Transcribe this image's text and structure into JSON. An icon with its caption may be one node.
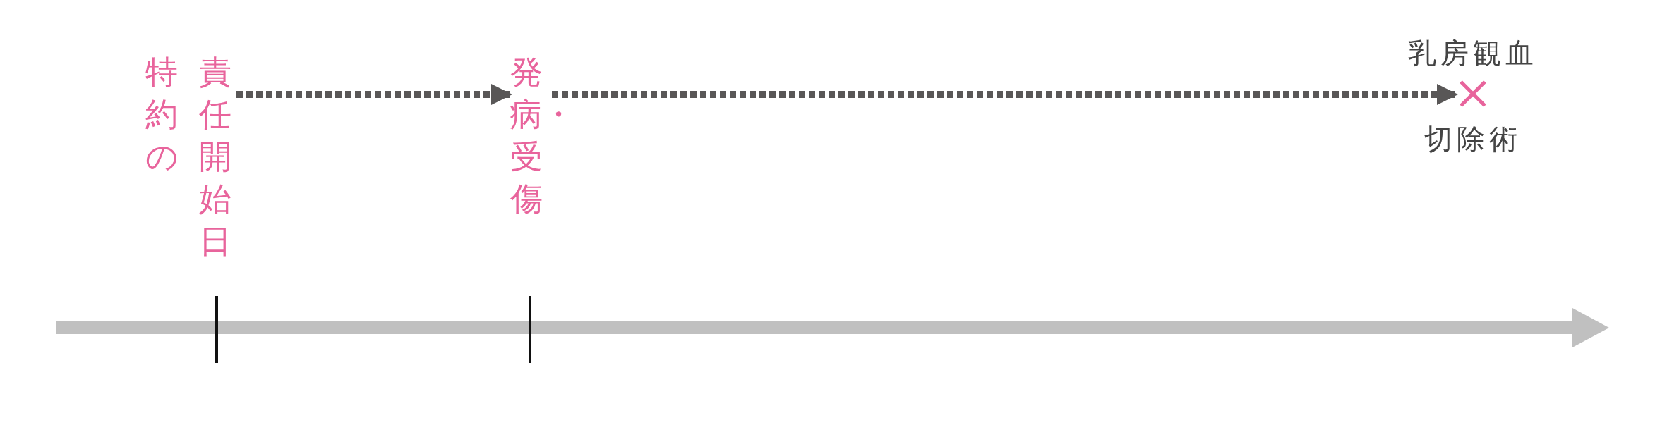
{
  "diagram": {
    "nodes": [
      {
        "text": [
          "特約の",
          "責任開始日"
        ]
      },
      {
        "text": [
          "発病・受傷"
        ]
      },
      {
        "text": [],
        "shape": "cross",
        "beside": [
          "乳房観血",
          "切除術"
        ]
      }
    ],
    "edges": [
      {
        "from": 0,
        "to": 1,
        "arrow": "to",
        "style": "dashed"
      },
      {
        "from": 1,
        "to": 2,
        "arrow": "to",
        "style": "dashed"
      }
    ]
  }
}
